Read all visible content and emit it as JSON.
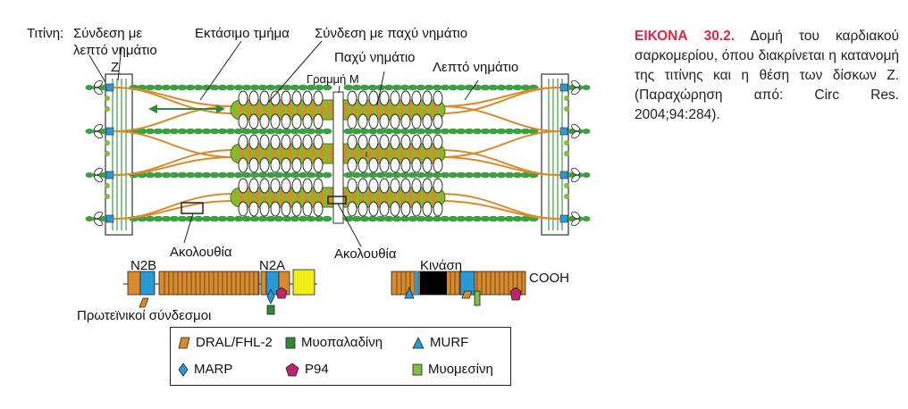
{
  "labels": {
    "titin": "Τιτίνη:",
    "thin_attach": "Σύνδεση με",
    "thin_attach2": "λεπτό νημάτιο",
    "z": "Z",
    "extensible": "Εκτάσιμο τμήμα",
    "thick_attach": "Σύνδεση με παχύ νημάτιο",
    "thick_filament": "Παχύ νημάτιο",
    "m_line": "Γραμμή Μ",
    "thin_filament": "Λεπτό νημάτιο",
    "sequence_left": "Ακολουθία",
    "sequence_right": "Ακολουθία",
    "n2b": "N2B",
    "n2a": "N2A",
    "kinase": "Κινάση",
    "cooh": "COOH",
    "protein_ligands": "Πρωτεϊνικοί σύνδεσμοι"
  },
  "legend": [
    {
      "shape": "parallelogram",
      "color": "#d98a2b",
      "label": "DRAL/FHL-2"
    },
    {
      "shape": "square",
      "color": "#2e8a3a",
      "label": "Μυοπαλαδίνη"
    },
    {
      "shape": "triangle",
      "color": "#2a9ad6",
      "label": "MURF"
    },
    {
      "shape": "diamond",
      "color": "#2a9ad6",
      "label": "MARP"
    },
    {
      "shape": "pentagon",
      "color": "#c0246e",
      "label": "P94"
    },
    {
      "shape": "square",
      "color": "#7bc043",
      "label": "Μυομεσίνη"
    }
  ],
  "caption": {
    "title": "ΕΙΚΟΝΑ 30.2.",
    "text": " Δομή του καρδιακού σαρκομερίου, όπου διακρίνεται η κατανομή της τιτίνης και η θέση των δίσκων Z. (Παραχώρηση από: Circ Res. 2004;94:284)."
  },
  "colors": {
    "titin": "#d98a2b",
    "thin": "#3aa040",
    "thick": "#8ab82a",
    "blue": "#2a9ad6",
    "magenta": "#c0246e",
    "yellow": "#f2ee1a",
    "caption_title": "#e0254a"
  }
}
